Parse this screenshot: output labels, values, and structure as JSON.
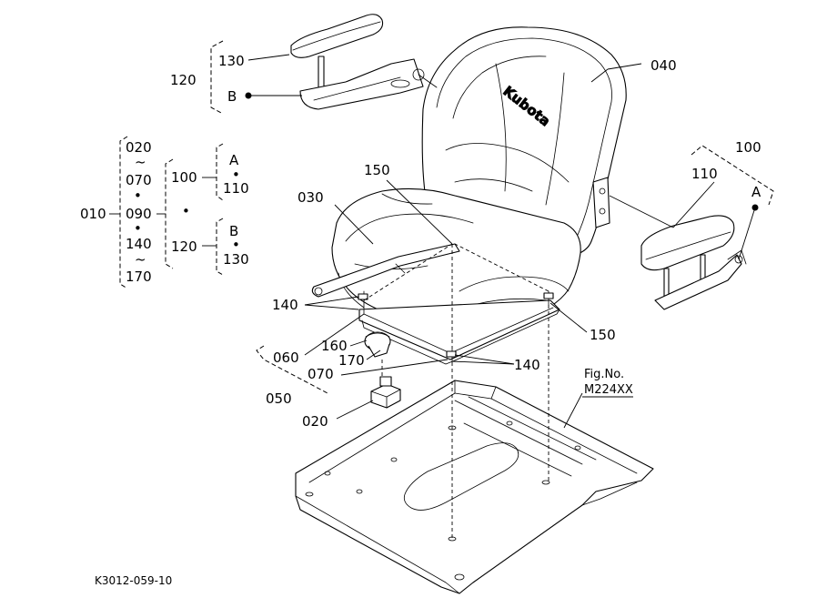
{
  "part_labels": {
    "p010": "010",
    "p020": "020",
    "p030": "030",
    "p040": "040",
    "p050": "050",
    "p060": "060",
    "p070": "070",
    "p100": "100",
    "p110": "110",
    "p120": "120",
    "p130": "130",
    "p140": "140",
    "p150": "150",
    "p160": "160",
    "p170": "170",
    "ref_a": "A",
    "ref_b": "B"
  },
  "range_list": {
    "r020": "020",
    "r070": "070",
    "r090": "090",
    "r140": "140",
    "r170": "170",
    "wave": "~",
    "bullet": "•",
    "group_100": "100",
    "group_120": "120",
    "sub_a": "A",
    "sub_110": "110",
    "sub_b": "B",
    "sub_130": "130"
  },
  "logo_text": "Kubota",
  "fig_ref": {
    "caption": "Fig.No.",
    "number": "M224XX"
  },
  "drawing_code": "K3012-059-10"
}
